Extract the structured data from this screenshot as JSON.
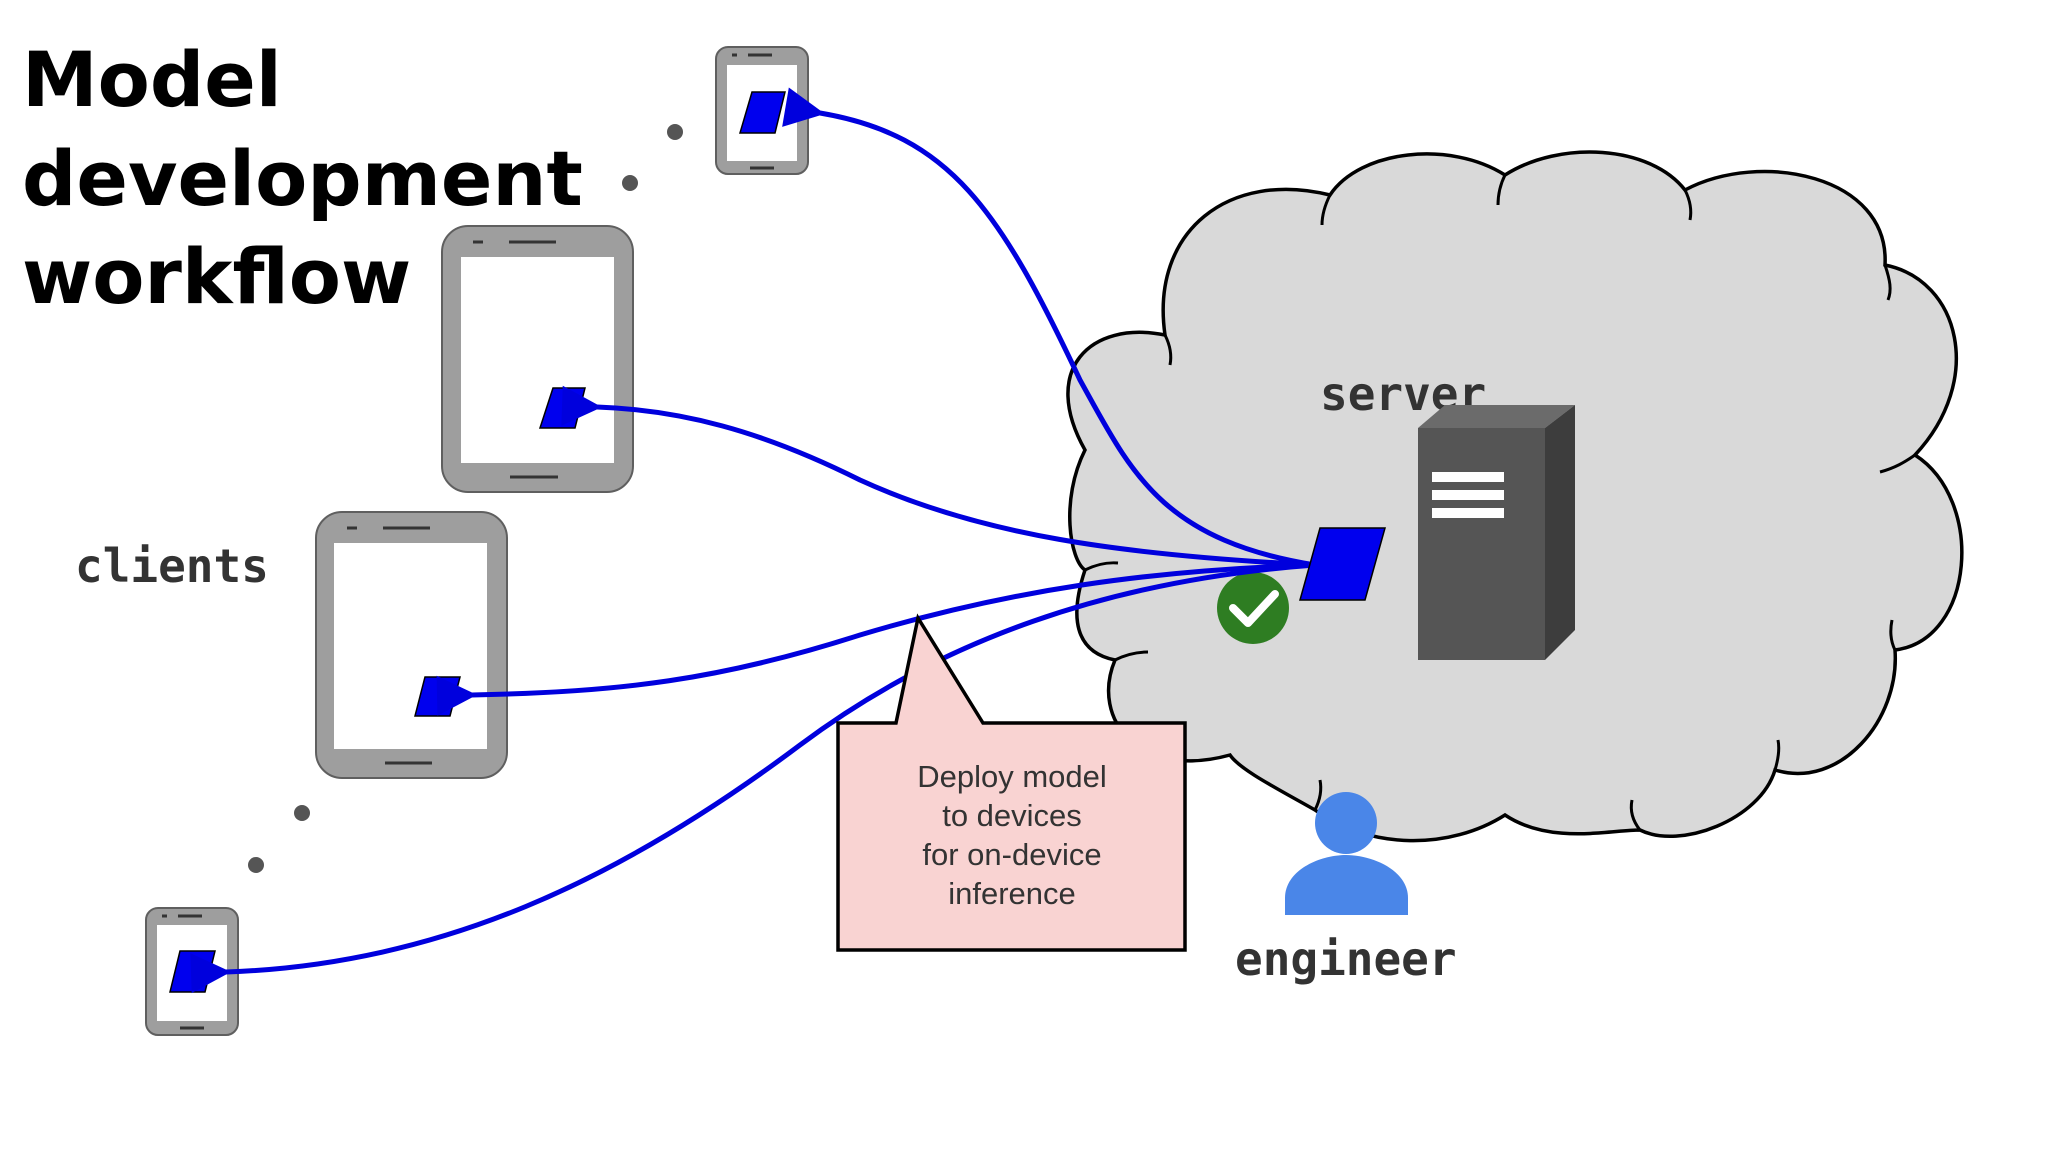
{
  "title": {
    "lines": [
      "Model",
      "development",
      "workflow"
    ]
  },
  "labels": {
    "clients": "clients",
    "server": "server",
    "engineer": "engineer"
  },
  "callout": {
    "lines": [
      "Deploy model",
      "to devices",
      "for on-device",
      "inference"
    ],
    "fill": "#f9d3d2",
    "stroke": "#000000"
  },
  "colors": {
    "model": "#0000ee",
    "arrow": "#0000dd",
    "device_frame": "#9e9e9e",
    "device_stroke": "#5f5f5f",
    "cloud_fill": "#d9d9d9",
    "server_body": "#555555",
    "check": "#2e7d22",
    "engineer": "#4a86e8",
    "ellipsis_dot": "#555555"
  },
  "icons": {
    "server": "server-tower-icon",
    "check": "check-circle-icon",
    "engineer": "person-icon",
    "model": "model-parallelogram-icon",
    "device": "mobile-device-icon"
  }
}
